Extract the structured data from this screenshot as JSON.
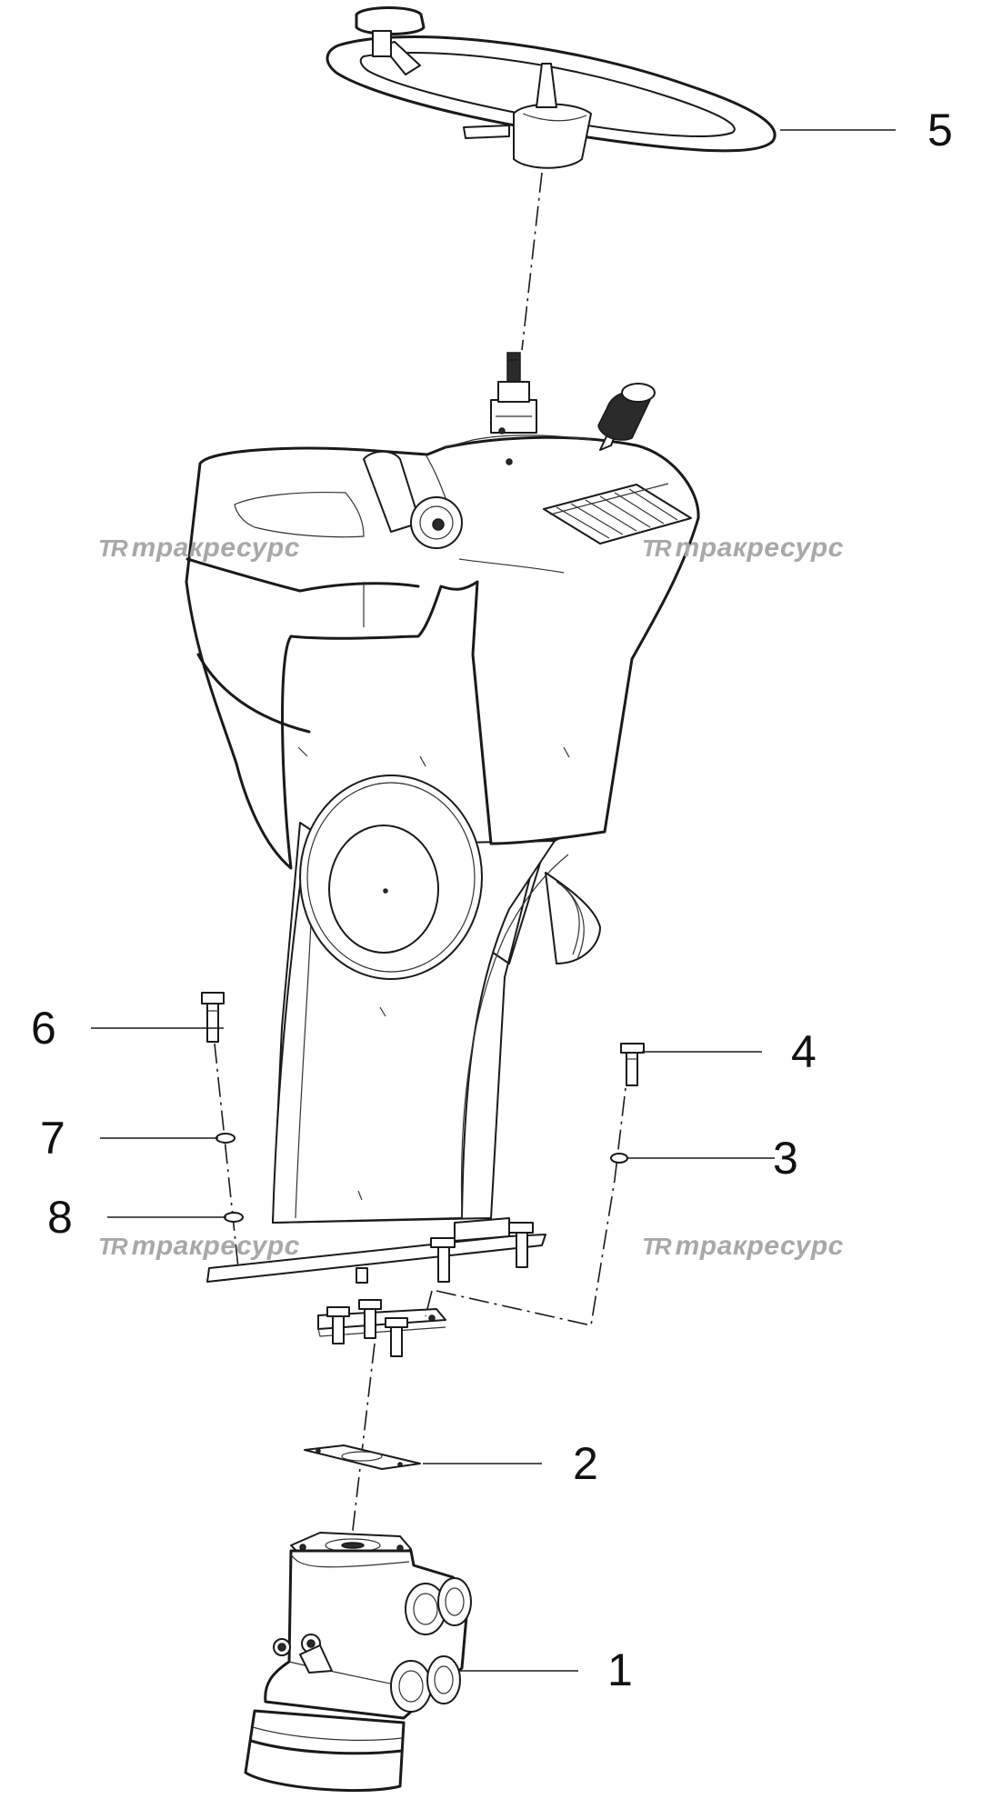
{
  "diagram": {
    "callouts": [
      {
        "id": "1",
        "label": "1"
      },
      {
        "id": "2",
        "label": "2"
      },
      {
        "id": "3",
        "label": "3"
      },
      {
        "id": "4",
        "label": "4"
      },
      {
        "id": "5",
        "label": "5"
      },
      {
        "id": "6",
        "label": "6"
      },
      {
        "id": "7",
        "label": "7"
      },
      {
        "id": "8",
        "label": "8"
      }
    ],
    "watermark": {
      "logo": "TR",
      "text": "тракресурс"
    },
    "icons": [
      "steering-wheel",
      "steering-column-housing",
      "hydraulic-steering-unit",
      "gasket",
      "bolt",
      "washer"
    ]
  }
}
